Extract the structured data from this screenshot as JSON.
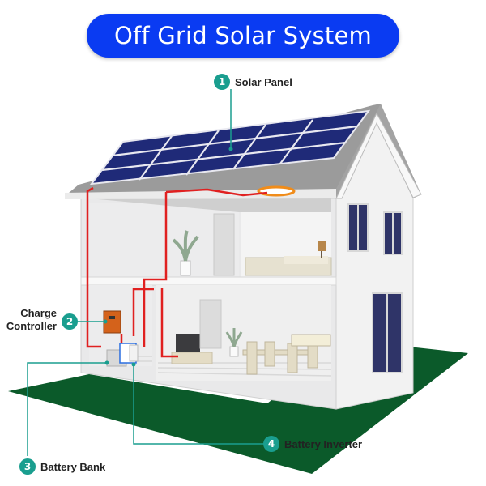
{
  "title": "Off Grid Solar System",
  "labels": [
    {
      "number": "1",
      "text": "Solar Panel"
    },
    {
      "number": "2",
      "text_line1": "Charge",
      "text_line2": "Controller"
    },
    {
      "number": "3",
      "text": "Battery Bank"
    },
    {
      "number": "4",
      "text": "Battery Inverter"
    }
  ],
  "colors": {
    "title_bg": "#0a3bf2",
    "callout": "#1a9e8f",
    "wire": "#e02020",
    "ground": "#0b5a2a",
    "panel": "#1f2a78",
    "roof": "#9a9a9a"
  }
}
